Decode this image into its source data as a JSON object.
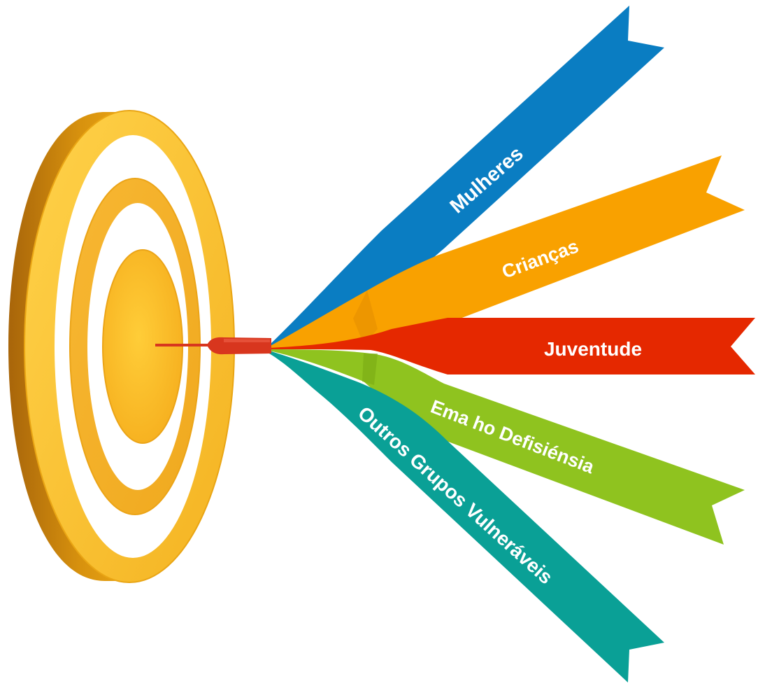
{
  "ribbons": [
    {
      "id": "mulheres",
      "label": "Mulheres",
      "color": "#0A7DC2"
    },
    {
      "id": "criancas",
      "label": "Crianças",
      "color": "#F9A100"
    },
    {
      "id": "juventude",
      "label": "Juventude",
      "color": "#E52800"
    },
    {
      "id": "deficiencia",
      "label": "Ema ho Defisiénsia",
      "color": "#8FC31F"
    },
    {
      "id": "outros",
      "label": "Outros Grupos Vulneráveis",
      "color": "#0AA096"
    }
  ],
  "target": {
    "outer_color": "#F9C235",
    "side_color": "#D08A0A",
    "ring_color": "#FFFFFF",
    "inner_color": "#F7B731",
    "bullseye_color": "#FBC02D"
  },
  "dart": {
    "color": "#D8361E"
  }
}
